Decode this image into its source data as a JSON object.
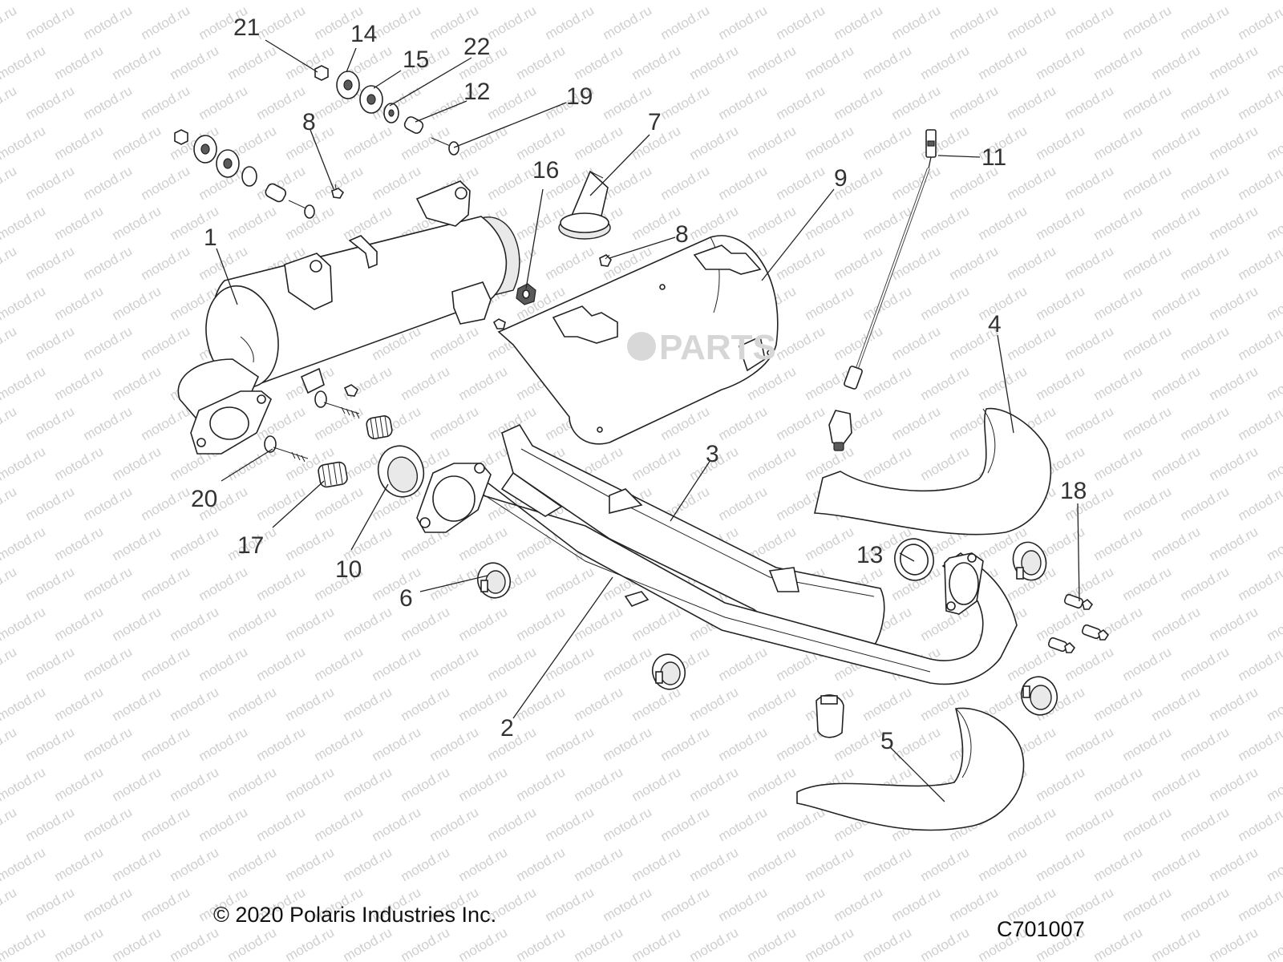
{
  "watermark": "motod.ru",
  "logo_text": "PARTS",
  "callouts": [
    {
      "id": "21",
      "label": "21"
    },
    {
      "id": "14",
      "label": "14"
    },
    {
      "id": "15",
      "label": "15"
    },
    {
      "id": "22",
      "label": "22"
    },
    {
      "id": "12",
      "label": "12"
    },
    {
      "id": "19",
      "label": "19"
    },
    {
      "id": "8a",
      "label": "8"
    },
    {
      "id": "7",
      "label": "7"
    },
    {
      "id": "16",
      "label": "16"
    },
    {
      "id": "9",
      "label": "9"
    },
    {
      "id": "11",
      "label": "11"
    },
    {
      "id": "8b",
      "label": "8"
    },
    {
      "id": "1",
      "label": "1"
    },
    {
      "id": "4",
      "label": "4"
    },
    {
      "id": "3",
      "label": "3"
    },
    {
      "id": "18",
      "label": "18"
    },
    {
      "id": "20",
      "label": "20"
    },
    {
      "id": "17",
      "label": "17"
    },
    {
      "id": "10",
      "label": "10"
    },
    {
      "id": "13",
      "label": "13"
    },
    {
      "id": "6",
      "label": "6"
    },
    {
      "id": "2",
      "label": "2"
    },
    {
      "id": "5",
      "label": "5"
    }
  ],
  "footer": {
    "copyright": "© 2020 Polaris Industries Inc.",
    "code": "C701007"
  }
}
